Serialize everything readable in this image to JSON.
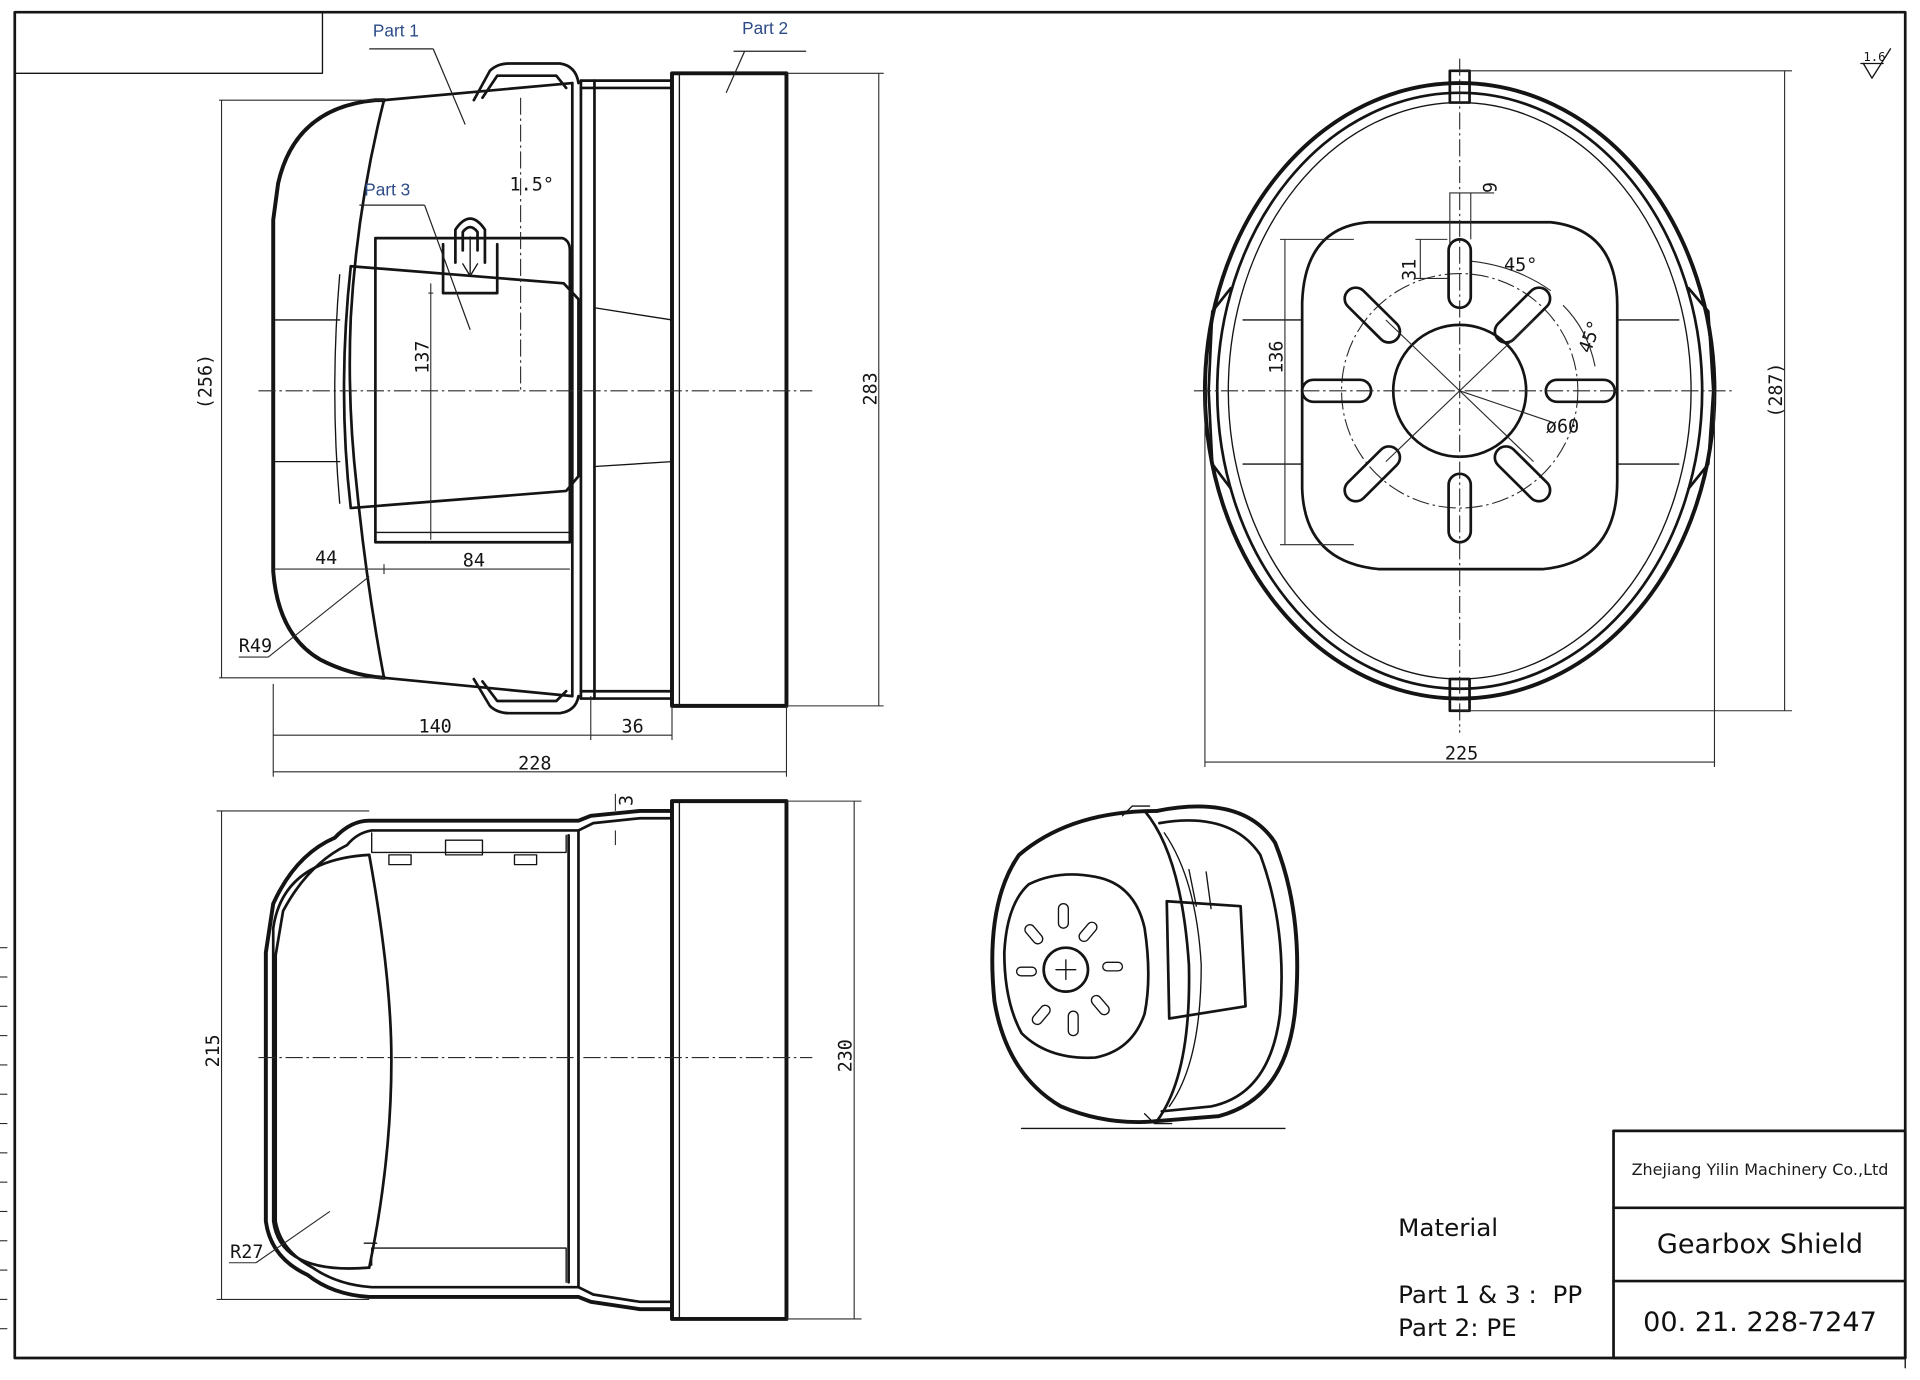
{
  "labels": {
    "part1": "Part 1",
    "part2": "Part 2",
    "part3": "Part 3"
  },
  "surface_finish": "1.6",
  "front_view": {
    "angle": "1.5°",
    "dim_height_ref": "(256)",
    "dim_height_total": "283",
    "dim_inner": "137",
    "dim_44": "44",
    "dim_84": "84",
    "radius": "R49",
    "dim_140": "140",
    "dim_36": "36",
    "dim_228": "228"
  },
  "end_view": {
    "dim_9": "9",
    "dim_31": "31",
    "angle_a": "45°",
    "angle_b": "45°",
    "dim_136": "136",
    "diameter": "ø60",
    "dim_height_ref": "(287)",
    "dim_width": "225"
  },
  "section_view": {
    "dim_3": "3",
    "dim_215": "215",
    "dim_230": "230",
    "radius": "R27"
  },
  "material": {
    "heading": "Material",
    "line1": "Part 1 & 3 :  PP",
    "line2": "Part 2: PE"
  },
  "title_block": {
    "company": "Zhejiang Yilin Machinery Co.,Ltd",
    "title": "Gearbox Shield",
    "drawing_number": "00. 21. 228-7247"
  }
}
